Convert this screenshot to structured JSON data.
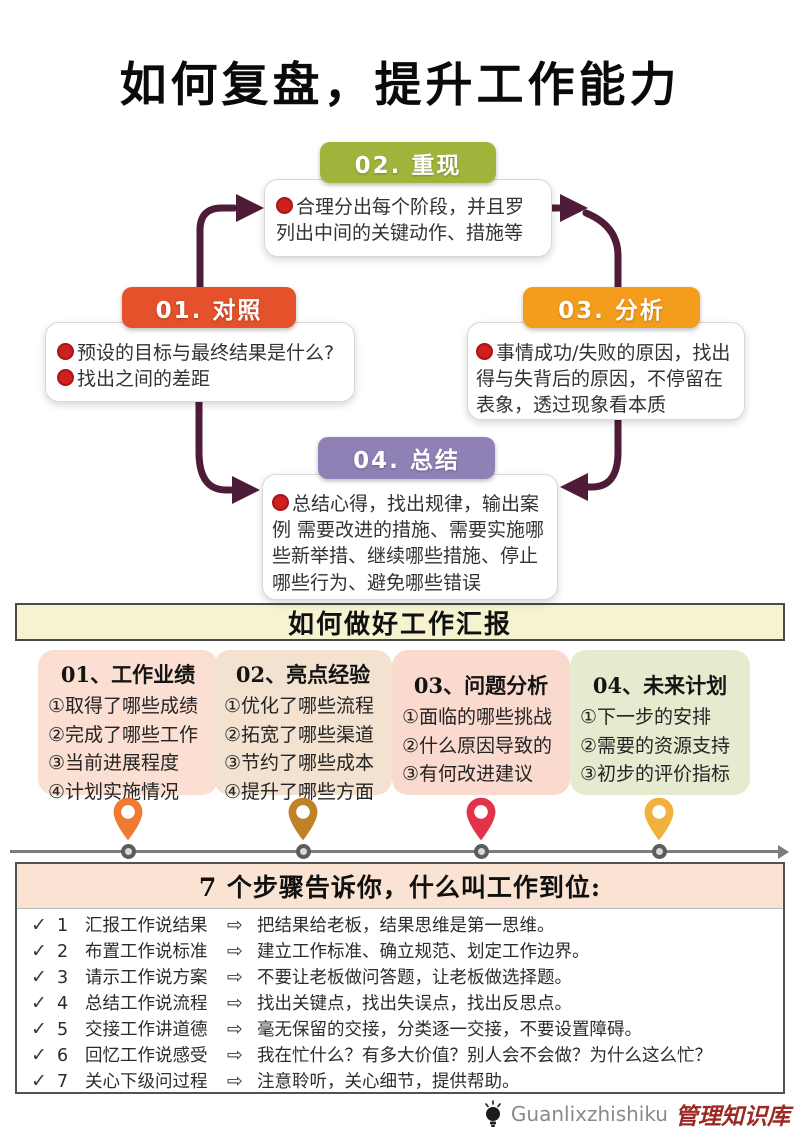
{
  "title": "如何复盘，提升工作能力",
  "cycle": {
    "steps": [
      {
        "label": "01. 对照",
        "color": "#e4512a",
        "items": [
          "预设的目标与最终结果是什么?",
          "找出之间的差距"
        ]
      },
      {
        "label": "02. 重现",
        "color": "#a2b33b",
        "items": [
          "合理分出每个阶段，并且罗列出中间的关键动作、措施等"
        ]
      },
      {
        "label": "03. 分析",
        "color": "#f49c1b",
        "items": [
          "事情成功/失败的原因，找出得与失背后的原因，不停留在表象，透过现象看本质"
        ]
      },
      {
        "label": "04. 总结",
        "color": "#8f80b6",
        "items": [
          "总结心得，找出规律，输出案例 需要改进的措施、需要实施哪些新举措、继续哪些措施、停止哪些行为、避免哪些错误"
        ]
      }
    ]
  },
  "report_section": {
    "title": "如何做好工作汇报",
    "columns": [
      {
        "title": "01、工作业绩",
        "bg": "#fbdfd2",
        "pin_color": "#ee7a33",
        "items": [
          "①取得了哪些成绩",
          "②完成了哪些工作",
          "③当前进展程度",
          "④计划实施情况"
        ]
      },
      {
        "title": "02、亮点经验",
        "bg": "#f2e2cf",
        "pin_color": "#c08228",
        "items": [
          "①优化了哪些流程",
          "②拓宽了哪些渠道",
          "③节约了哪些成本",
          "④提升了哪些方面"
        ]
      },
      {
        "title": "03、问题分析",
        "bg": "#fad9cf",
        "pin_color": "#e2334b",
        "items": [
          "①面临的哪些挑战",
          "②什么原因导致的",
          "③有何改进建议"
        ]
      },
      {
        "title": "04、未来计划",
        "bg": "#e4ebcf",
        "pin_color": "#f0b23c",
        "items": [
          "①下一步的安排",
          "②需要的资源支持",
          "③初步的评价指标"
        ]
      }
    ]
  },
  "steps_section": {
    "title": "7 个步骤告诉你，什么叫工作到位:",
    "check_glyph": "✓",
    "arrow_glyph": "⇨",
    "rows": [
      {
        "num": "1",
        "action": "汇报工作说结果",
        "result": "把结果给老板，结果思维是第一思维。"
      },
      {
        "num": "2",
        "action": "布置工作说标准",
        "result": "建立工作标准、确立规范、划定工作边界。"
      },
      {
        "num": "3",
        "action": "请示工作说方案",
        "result": "不要让老板做问答题，让老板做选择题。"
      },
      {
        "num": "4",
        "action": "总结工作说流程",
        "result": "找出关键点，找出失误点，找出反思点。"
      },
      {
        "num": "5",
        "action": "交接工作讲道德",
        "result": "毫无保留的交接，分类逐一交接，不要设置障碍。"
      },
      {
        "num": "6",
        "action": "回忆工作说感受",
        "result": "我在忙什么？有多大价值？别人会不会做？为什么这么忙？"
      },
      {
        "num": "7",
        "action": "关心下级问过程",
        "result": "注意聆听，关心细节，提供帮助。"
      }
    ]
  },
  "footer": {
    "brand_latin": "Guanlixzhishiku",
    "brand_cn": "管理知识库"
  },
  "colors": {
    "arrow_loop": "#4e1b38",
    "bullet_red": "#cf1f1f",
    "band_bg": "#f6f3d0",
    "steps_header_bg": "#fae3d3",
    "timeline_gray": "#7c7c7c",
    "brand_red": "#9c2923"
  }
}
